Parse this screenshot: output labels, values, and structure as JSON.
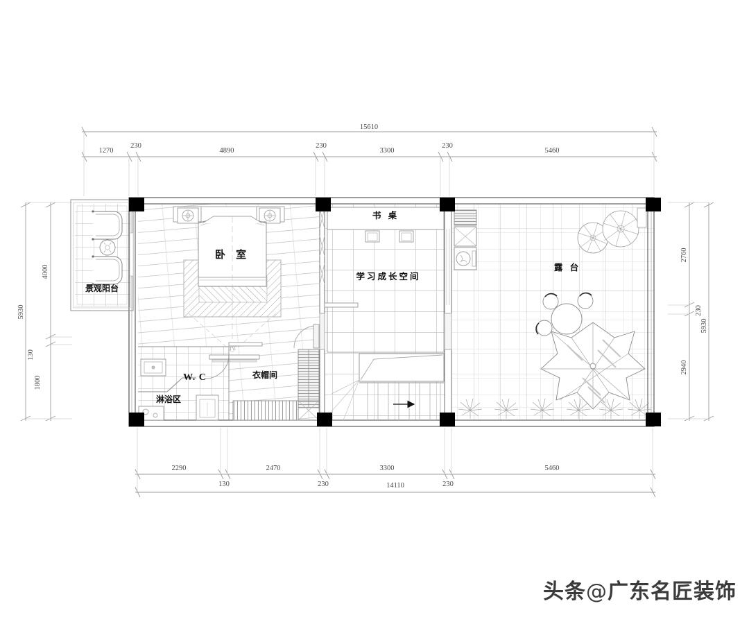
{
  "drawing": {
    "type": "architectural-floor-plan",
    "title_watermark_prefix": "头条",
    "watermark_at": "@",
    "watermark_brand": "广东名匠装饰"
  },
  "dimensions": {
    "top_total": "15610",
    "top_chain": [
      "1270",
      "230",
      "4890",
      "230",
      "3300",
      "230",
      "5460"
    ],
    "bottom_total": "14110",
    "bottom_chain_upper": [
      "2290",
      "2470",
      "3300",
      "5460"
    ],
    "bottom_chain_lower": [
      "130",
      "230",
      "230"
    ],
    "left_total": "5930",
    "left_chain": [
      "4000",
      "130",
      "1800"
    ],
    "right_total": "5930",
    "right_chain": [
      "2760",
      "230",
      "2940"
    ]
  },
  "rooms": [
    {
      "key": "balcony",
      "label": "景观阳台"
    },
    {
      "key": "bedroom",
      "label": "卧 室"
    },
    {
      "key": "wc",
      "label": "W. C"
    },
    {
      "key": "shower",
      "label": "淋浴区"
    },
    {
      "key": "closet",
      "label": "衣帽间"
    },
    {
      "key": "desk",
      "label": "书 桌"
    },
    {
      "key": "study",
      "label": "学习成长空间"
    },
    {
      "key": "terrace",
      "label": "露 台"
    }
  ],
  "annotations": {
    "tv": "TV"
  },
  "colors": {
    "line": "#6f6f6f",
    "line_light": "#b9b9b9",
    "wall": "#2a2a2a",
    "column": "#000000",
    "hatch": "#8d8d8d",
    "dim": "#8a8a8a",
    "text": "#111111"
  }
}
